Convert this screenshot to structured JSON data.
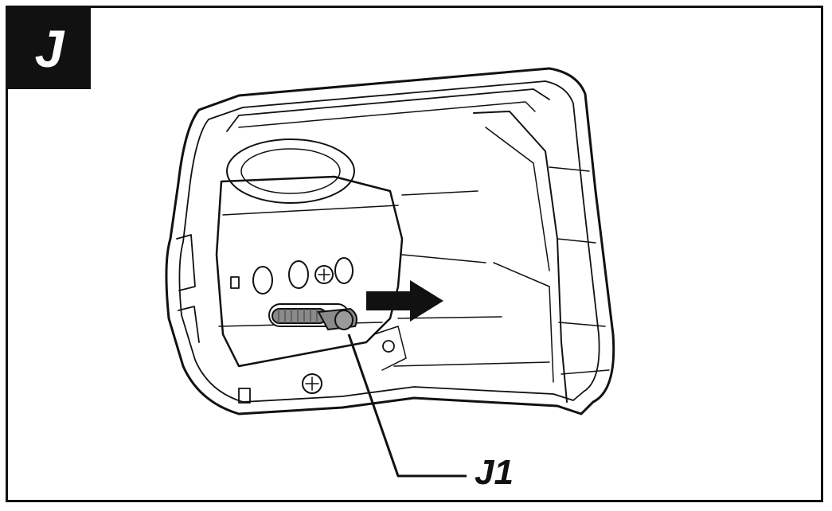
{
  "step": {
    "letter": "J"
  },
  "callout": {
    "label": "J1"
  },
  "illustration": {
    "subject": "headlight-housing",
    "arrow": "move-right-arrow-icon"
  },
  "colors": {
    "ink": "#111111",
    "arrow": "#111111",
    "lever": "#8a8a8a",
    "background": "#ffffff"
  }
}
